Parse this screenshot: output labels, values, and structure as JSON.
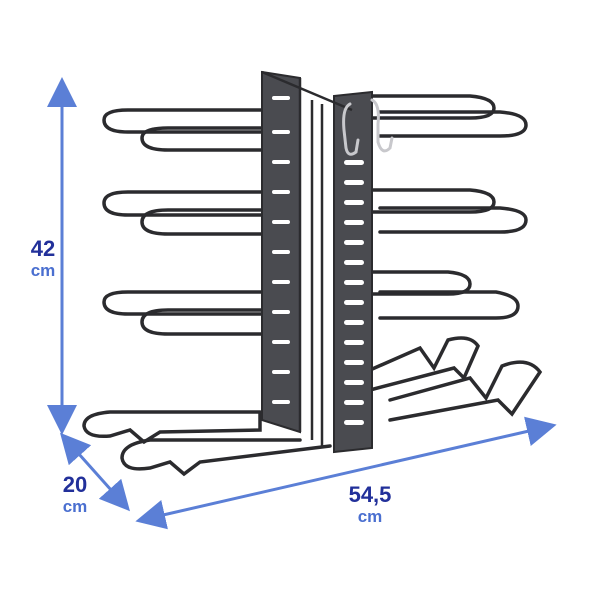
{
  "product": {
    "description": "Adjustable pan and pot organizer rack with 8 wire tiers, two central slotted vertical panels, and two S-hooks",
    "rack_color": "#2b2b2e",
    "panel_color": "#4a4b50",
    "hook_color": "#c8c8cc"
  },
  "dimensions": {
    "height": {
      "value": "42",
      "unit": "cm"
    },
    "depth": {
      "value": "20",
      "unit": "cm"
    },
    "width": {
      "value": "54,5",
      "unit": "cm"
    }
  },
  "colors": {
    "arrow": "#5b7fd6",
    "number_text": "#22309a",
    "unit_text": "#4a6fd0",
    "background": "#ffffff"
  }
}
